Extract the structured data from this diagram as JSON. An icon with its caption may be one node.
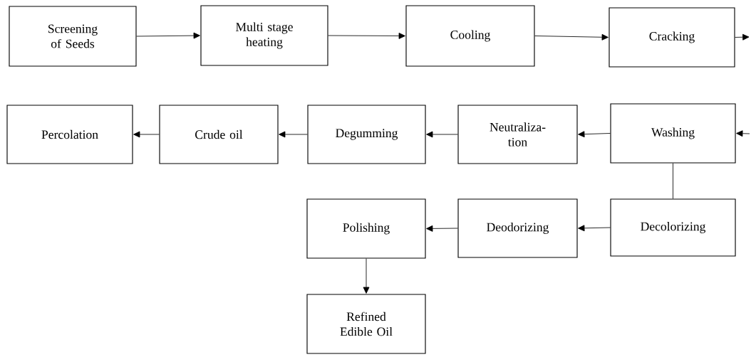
{
  "diagram": {
    "nodes": [
      {
        "text": [
          "Screening of Seeds"
        ]
      },
      {
        "text": [
          "Multi stage heating"
        ]
      },
      {
        "text": [
          "Cooling"
        ]
      },
      {
        "text": [
          "Cracking"
        ]
      },
      {
        "text": [
          "Percolation"
        ]
      },
      {
        "text": [
          "Crude oil"
        ]
      },
      {
        "text": [
          "Degumming"
        ]
      },
      {
        "text": [
          "Neutraliza- tion"
        ]
      },
      {
        "text": [
          "Washing"
        ]
      },
      {
        "text": [
          "Decolorizing"
        ]
      },
      {
        "text": [
          "Deodorizing"
        ]
      },
      {
        "text": [
          "Polishing"
        ]
      },
      {
        "text": [
          "Refined Edible Oil"
        ]
      }
    ],
    "edges": [
      {
        "from": 0,
        "to": 1,
        "arrow": "to"
      },
      {
        "from": 1,
        "to": 2,
        "arrow": "to"
      },
      {
        "from": 2,
        "to": 3,
        "arrow": "to"
      },
      {
        "from": 3,
        "to": null,
        "arrow": "to"
      },
      {
        "from": null,
        "to": 8,
        "arrow": "to"
      },
      {
        "from": 8,
        "to": 7,
        "arrow": "to"
      },
      {
        "from": 7,
        "to": 6,
        "arrow": "to"
      },
      {
        "from": 6,
        "to": 5,
        "arrow": "to"
      },
      {
        "from": 5,
        "to": 4,
        "arrow": "to"
      },
      {
        "from": 8,
        "to": 9,
        "arrow": "none"
      },
      {
        "from": 9,
        "to": 10,
        "arrow": "to"
      },
      {
        "from": 10,
        "to": 11,
        "arrow": "to"
      },
      {
        "from": 11,
        "to": 12,
        "arrow": "to"
      }
    ]
  }
}
